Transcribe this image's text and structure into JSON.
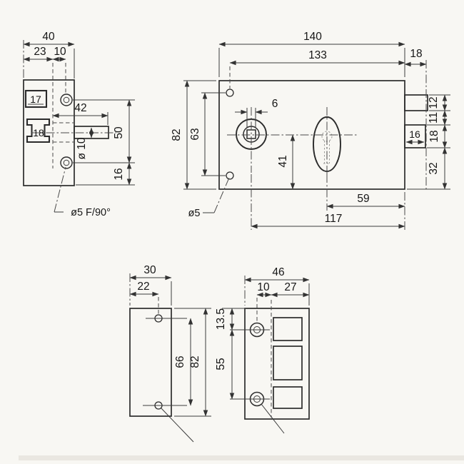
{
  "drawing": {
    "title": "rim lock dimensional drawing",
    "side_view": {
      "overall_width": "40",
      "width_to_screw_axis": "23",
      "screw_axis_offset": "10",
      "upper_part_label": "17",
      "lower_part_label": "18",
      "spindle_length": "42",
      "spindle_diameter": "ø 10",
      "screw_hole_spacing": "50",
      "screw_to_bottom_edge": "16",
      "countersink_note": "ø5 F/90°"
    },
    "face_view": {
      "overall_width": "140",
      "screw_axis_to_right_edge": "133",
      "latch_projection": "18",
      "overall_height": "82",
      "screw_hole_spacing": "63",
      "spindle_square": "6",
      "hub_axis_to_bottom": "41",
      "latch_height": "12",
      "latch_to_deadbolt_gap": "11",
      "deadbolt_height": "18",
      "deadbolt_projection": "16",
      "deadbolt_to_bottom": "32",
      "cylinder_axis_to_right_edge": "59",
      "hub_axis_to_right_edge": "117",
      "screw_hole_note": "ø5"
    },
    "keeper_plate_view": {
      "overall_width": "30",
      "hole_axis_offset": "22",
      "hole_spacing": "66",
      "overall_height": "82"
    },
    "strike_box_view": {
      "overall_width": "46",
      "screw_axis_offset": "10",
      "opening_width": "27",
      "top_edge_to_screw": "13.5",
      "screw_spacing": "55"
    }
  }
}
